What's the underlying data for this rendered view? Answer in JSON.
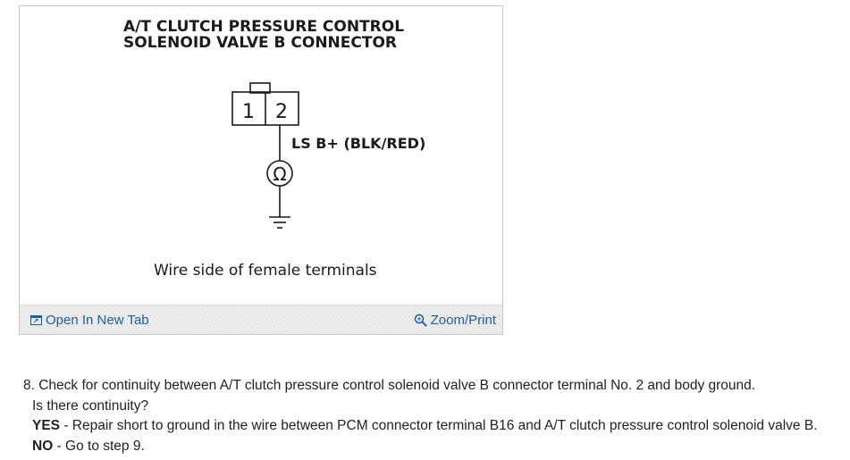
{
  "diagram": {
    "title_line1": "A/T CLUTCH PRESSURE CONTROL",
    "title_line2": "SOLENOID VALVE B CONNECTOR",
    "terminal_1": "1",
    "terminal_2": "2",
    "wire_label": "LS B+ (BLK/RED)",
    "ohm_symbol": "Ω",
    "caption": "Wire side of female terminals"
  },
  "footer": {
    "open_tab_label": "Open In New Tab",
    "open_tab_icon": "open-new-tab-icon",
    "zoom_label": "Zoom/Print",
    "zoom_icon": "magnifier-icon",
    "link_color": "#1f5fa8"
  },
  "instructions": {
    "step": "8. Check for continuity between A/T clutch pressure control solenoid valve B connector terminal No. 2 and body ground.",
    "question": "Is there continuity?",
    "yes_label": "YES",
    "yes_text": " - Repair short to ground in the wire between PCM connector terminal B16 and A/T clutch pressure control solenoid valve B.",
    "no_label": "NO",
    "no_text": " - Go to step 9."
  }
}
